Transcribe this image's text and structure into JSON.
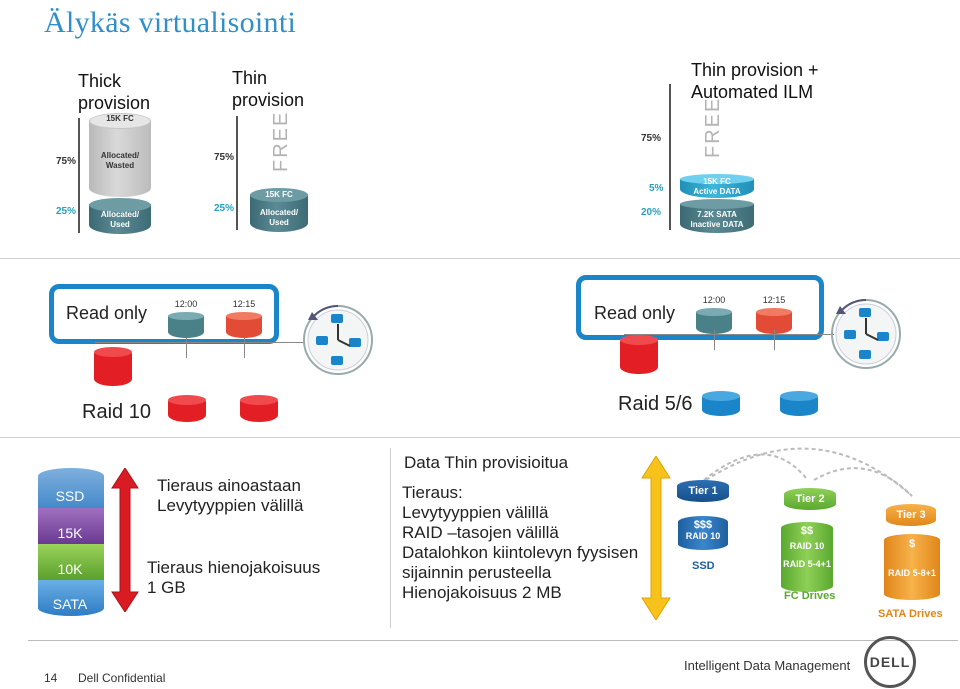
{
  "title": "Älykäs virtualisointi",
  "provision": {
    "thick": {
      "header_line1": "Thick",
      "header_line2": "provision",
      "pct_top": "75%",
      "pct_bottom": "25%",
      "cyl_top_cap": "15K FC",
      "cyl_top_line1": "Allocated/",
      "cyl_top_line2": "Wasted",
      "cyl_bottom_line1": "Allocated/",
      "cyl_bottom_line2": "Used"
    },
    "thin": {
      "header_line1": "Thin",
      "header_line2": "provision",
      "pct_top": "75%",
      "pct_bottom": "25%",
      "free_label": "FREE",
      "cyl_cap": "15K FC",
      "cyl_line1": "Allocated/",
      "cyl_line2": "Used"
    },
    "thin_ilm": {
      "header_line1": "Thin provision +",
      "header_line2": "Automated ILM",
      "pct_top": "75%",
      "pct_mid": "5%",
      "pct_bottom": "20%",
      "free_label": "FREE",
      "cyl_a_line1": "15K FC",
      "cyl_a_line2": "Active DATA",
      "cyl_b_line1": "7.2K SATA",
      "cyl_b_line2": "Inactive DATA"
    }
  },
  "snapshots": {
    "left": {
      "label": "Read only",
      "time1": "12:00",
      "time2": "12:15",
      "raid": "Raid 10"
    },
    "right": {
      "label": "Read only",
      "time1": "12:00",
      "time2": "12:15",
      "raid": "Raid 5/6"
    }
  },
  "tiers_stack": [
    "SSD",
    "15K",
    "10K",
    "SATA"
  ],
  "tiering_text": {
    "line1": "Tieraus ainoastaan",
    "line2": "Levytyyppien välillä",
    "line3": "Tieraus hienojakoisuus",
    "line4": "1 GB"
  },
  "thin_text": {
    "heading": "Data Thin provisioitua",
    "line1": "Tieraus:",
    "line2": "Levytyyppien välillä",
    "line3": "RAID –tasojen välillä",
    "line4": "Datalohkon kiintolevyn fyysisen",
    "line5": "sijainnin perusteella",
    "line6": "Hienojakoisuus 2 MB"
  },
  "tier_diagram": {
    "tier1": {
      "name": "Tier 1",
      "cost": "$$$",
      "raid": "RAID 10",
      "drive": "SSD"
    },
    "tier2": {
      "name": "Tier 2",
      "cost": "$$",
      "raid1": "RAID 10",
      "raid2": "RAID 5-4+1",
      "drive": "FC Drives"
    },
    "tier3": {
      "name": "Tier 3",
      "cost": "$",
      "raid": "RAID 5-8+1",
      "drive": "SATA Drives"
    }
  },
  "footer": {
    "page": "14",
    "confidential": "Dell Confidential",
    "brand_tagline": "Intelligent Data Management",
    "logo": "DELL"
  },
  "colors": {
    "title_blue": "#2f8fc9",
    "frame_blue": "#1a86c9",
    "red": "#e31e24",
    "teal": "#4a7f88",
    "tier_green": "#7cc243",
    "tier_orange": "#f29a1f"
  }
}
